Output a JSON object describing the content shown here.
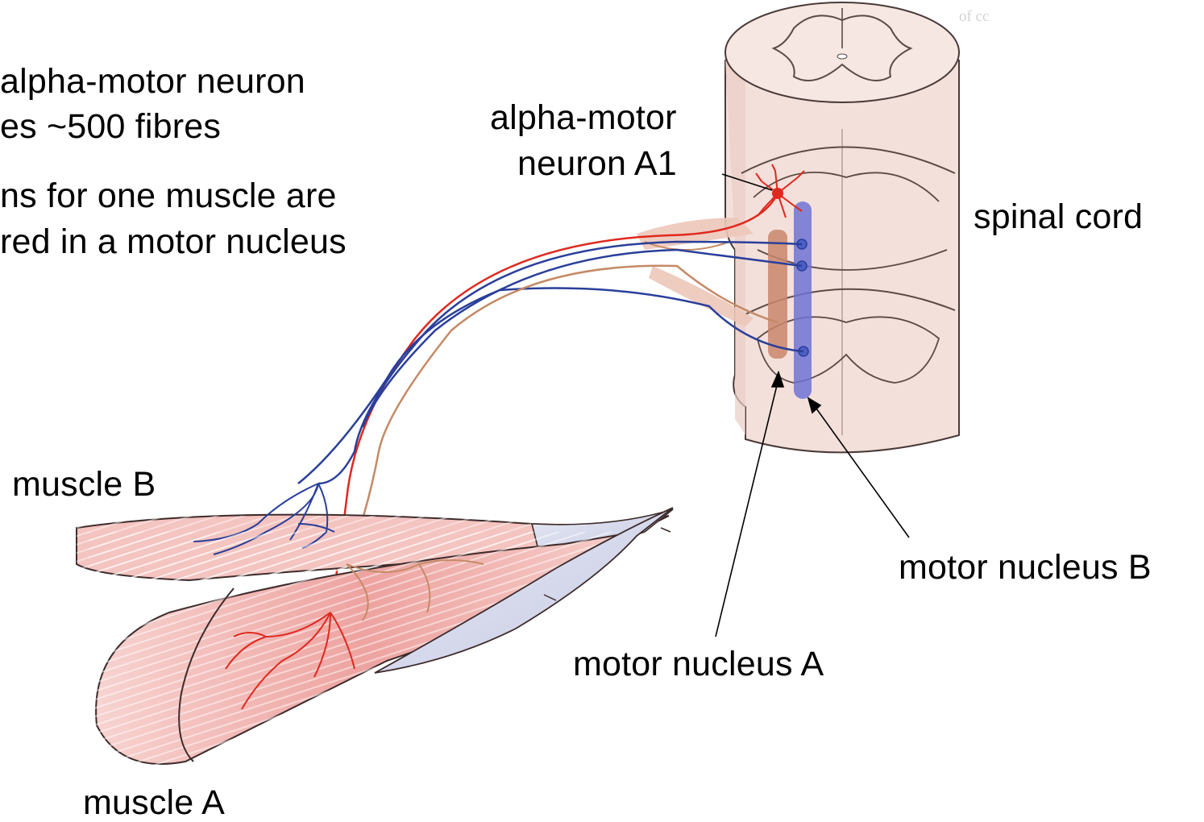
{
  "notes": {
    "line1": "alpha-motor neuron",
    "line2": "es ~500 fibres",
    "line3": "ns for one muscle are",
    "line4": "red in a motor nucleus"
  },
  "labels": {
    "alpha_motor_line1": "alpha-motor",
    "alpha_motor_line2": "neuron A1",
    "spinal_cord": "spinal cord",
    "muscle_b": "muscle B",
    "muscle_a": "muscle A",
    "motor_nucleus_a": "motor nucleus A",
    "motor_nucleus_b": "motor nucleus B"
  },
  "colors": {
    "motor_nucleus_a": "#c9866c",
    "motor_nucleus_b": "#6f72d6",
    "neuron_red": "#e0281e",
    "neuron_blue": "#2a3f9a",
    "neuron_tan": "#c48a66",
    "cord_fill": "#f4dfda",
    "muscle_fill": "#f2b6b2",
    "tendon_fill": "#d9dcee"
  }
}
